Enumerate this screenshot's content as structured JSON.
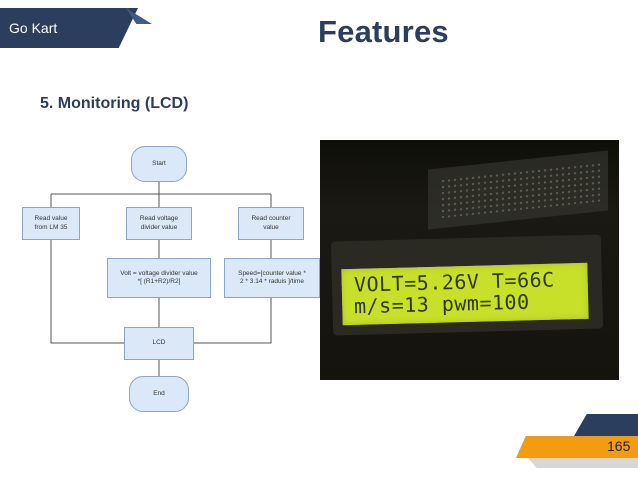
{
  "header": {
    "section_tab": "Go Kart",
    "title": "Features"
  },
  "subtitle": "5. Monitoring (LCD)",
  "flowchart": {
    "start": "Start",
    "read_lm35": "Read value\nfrom LM 35",
    "read_voltage": "Read voltage\ndivider value",
    "read_counter": "Read counter\nvalue",
    "volt_formula": "Volt = voltage divider value\n*[ (R1+R2)/R2]",
    "speed_formula": "Speed=[counter value *\n2 * 3.14 * raduis ]/time",
    "lcd": "LCD",
    "end": "End"
  },
  "lcd_display": {
    "line1": "VOLT=5.26V T=66C",
    "line2": "m/s=13 pwm=100"
  },
  "footer": {
    "page_number": "165"
  },
  "colors": {
    "navy": "#2c3e5d",
    "orange": "#f39c12",
    "lcd_green": "#c9e02a",
    "flow_box": "#dbe8f7"
  }
}
